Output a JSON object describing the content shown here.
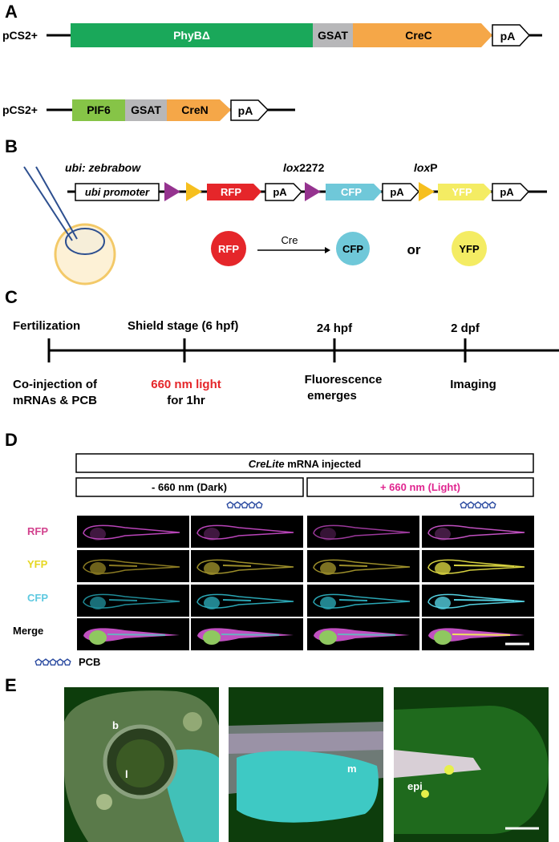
{
  "colors": {
    "phyb": "#1aa85a",
    "gsat": "#b7b7b9",
    "cre": "#f5a748",
    "pif6": "#86c447",
    "rfp": "#e5262a",
    "cfp": "#6fc8d9",
    "yfp": "#f4ec63",
    "lox_triangle": "#95338f",
    "loxp_triangle": "#f6bf1e",
    "light_red": "#e5262a",
    "light_magenta": "#e0258f",
    "pcb_blue": "#2a4aa0",
    "embryo_yolk": "#f3c968",
    "pipette": "#2d4f8f",
    "label_rfp": "#d2418d",
    "label_yfp": "#e6d722",
    "label_cfp": "#5ec9e0"
  },
  "panelA": {
    "letter": "A",
    "construct1": {
      "prefix": "pCS2+",
      "phyb": "PhyBΔ",
      "gsat": "GSAT",
      "cre": "CreC",
      "pa": "pA"
    },
    "construct2": {
      "prefix": "pCS2+",
      "pif6": "PIF6",
      "gsat": "GSAT",
      "cre": "CreN",
      "pa": "pA"
    }
  },
  "panelB": {
    "letter": "B",
    "construct_name": "ubi: zebrabow",
    "lox2272": {
      "italic": "lox",
      "rest": "2272"
    },
    "loxp": {
      "italic": "lox",
      "rest": "P"
    },
    "promoter": "ubi promoter",
    "rfp": "RFP",
    "cfp": "CFP",
    "yfp": "YFP",
    "pa": "pA",
    "circle_rfp": "RFP",
    "arrow_label": "Cre",
    "circle_cfp": "CFP",
    "or": "or",
    "circle_yfp": "YFP"
  },
  "panelC": {
    "letter": "C",
    "events_top": [
      "Fertilization",
      "Shield stage (6 hpf)",
      "24 hpf",
      "2 dpf"
    ],
    "event_bottom_1": [
      "Co-injection of",
      "mRNAs & PCB"
    ],
    "event_bottom_2": [
      "660 nm light",
      "for 1hr"
    ],
    "event_bottom_3": [
      "Fluorescence",
      "emerges"
    ],
    "event_bottom_4": [
      "Imaging"
    ]
  },
  "panelD": {
    "letter": "D",
    "header_italic": "CreLite",
    "header_rest": " mRNA injected",
    "dark": "- 660 nm (Dark)",
    "light": "+ 660 nm (Light)",
    "rows": [
      "RFP",
      "YFP",
      "CFP",
      "Merge"
    ],
    "legend": "PCB"
  },
  "panelE": {
    "letter": "E",
    "labels": [
      "b",
      "l",
      "m",
      "epi"
    ]
  }
}
